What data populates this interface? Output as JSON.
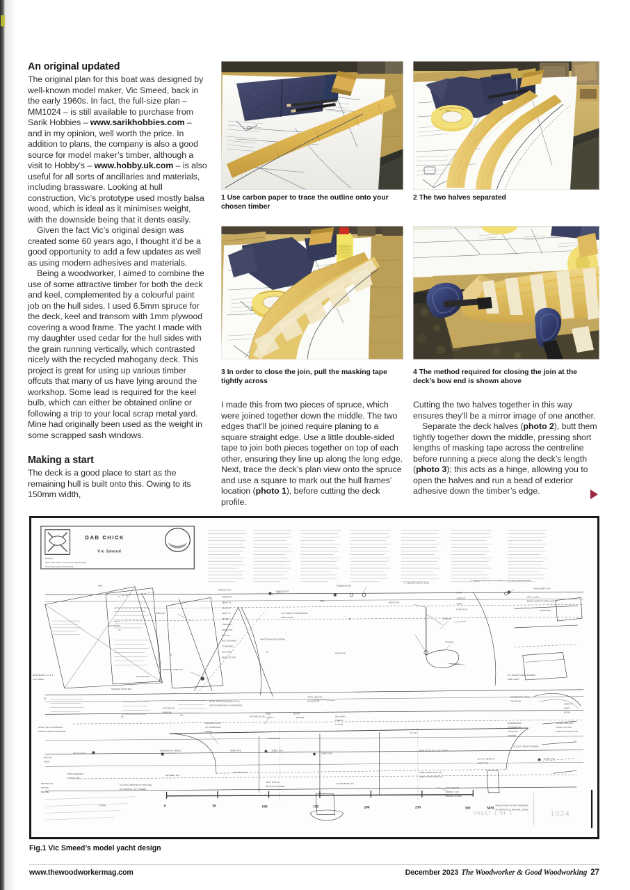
{
  "article": {
    "headings": {
      "intro": "An original updated",
      "making_a_start": "Making a start"
    },
    "column_left": {
      "p1_part1": "The original plan for this boat was designed by well-known model maker, Vic Smeed, back in the early 1960s. In fact, the full-size plan – MM1024 – is still available to purchase from Sarik Hobbies – ",
      "p1_link1": "www.sarikhobbies.com",
      "p1_part2": " – and in my opinion, well worth the price. In addition to plans, the company is also a good source for model maker’s timber, although a visit to Hobby’s – ",
      "p1_link2": "www.hobby.uk.com",
      "p1_part3": " – is also useful for all sorts of ancillaries and materials, including brassware. Looking at hull construction, Vic’s prototype used mostly balsa wood, which is ideal as it minimises weight, with the downside being that it dents easily.",
      "p2": "Given the fact Vic’s original design was created some 60 years ago, I thought it’d be a good opportunity to add a few updates as well as using modern adhesives and materials.",
      "p3": "Being a woodworker, I aimed to combine the use of some attractive timber for both the deck and keel, complemented by a colourful paint job on the hull sides. I used 6.5mm spruce for the deck, keel and transom with 1mm plywood covering a wood frame. The yacht I made with my daughter used cedar for the hull sides with the grain running vertically, which contrasted nicely with the recycled mahogany deck. This project is great for using up various timber offcuts that many of us have lying around the workshop. Some lead is required for the keel bulb, which can either be obtained online or following a trip to your local scrap metal yard. Mine had originally been used as the weight in some scrapped sash windows.",
      "p4": "The deck is a good place to start as the remaining hull is built onto this. Owing to its 150mm width,"
    },
    "column_mid": {
      "p1_part1": "I made this from two pieces of spruce, which were joined together down the middle. The two edges that’ll be joined require planing to a square straight edge. Use a little double-sided tape to join both pieces together on top of each other, ensuring they line up along the long edge. Next, trace the deck’s plan view onto the spruce and use a square to mark out the hull frames’ location (",
      "p1_bold1": "photo 1",
      "p1_part2": "), before cutting the deck profile."
    },
    "column_right": {
      "p1": "Cutting the two halves together in this way ensures they’ll be a mirror image of one another.",
      "p2_part1": "Separate the deck halves (",
      "p2_bold1": "photo 2",
      "p2_part2": "), butt them tightly together down the middle, pressing short lengths of masking tape across the centreline before running a piece along the deck’s length (",
      "p2_bold2": "photo 3",
      "p2_part3": "); this acts as a hinge, allowing you to open the halves and run a bead of exterior adhesive down the timber’s edge."
    }
  },
  "photos": [
    {
      "id": "photo-1",
      "number": "1",
      "caption": "Use carbon paper to trace the outline onto your chosen timber"
    },
    {
      "id": "photo-2",
      "number": "2",
      "caption": "The two halves separated"
    },
    {
      "id": "photo-3",
      "number": "3",
      "caption": "In order to close the join, pull the masking tape tightly across"
    },
    {
      "id": "photo-4",
      "number": "4",
      "caption": "The method required for closing the join at the deck’s bow end is shown above"
    }
  ],
  "figure": {
    "label": "Fig.1",
    "caption": "Vic Smeed’s model yacht design",
    "title_block": {
      "title": "DAB CHICK",
      "designer": "Vic Smeed",
      "credit_label": "Design by",
      "credit_line1": "Nexus Plans Service, Nexus House, Boundary Way,",
      "credit_line2": "Hemel Hempstead, Herts, HP2 7ST"
    },
    "sheet_info": "SHEET 1 OF 1",
    "plan_number": "1024",
    "sheet_stamp": "SHEET 1 OF",
    "scale_bar": {
      "unit": "MM",
      "ticks": [
        "0",
        "50",
        "100",
        "150",
        "200",
        "250",
        "300"
      ]
    },
    "annotations": [
      "TAPE",
      "(NO SHAPE)",
      "BULKHEADS 1, 2, 3, 4",
      "1/16\" SHEET",
      "NOTE: HALF BULKHEADS SHOWN, TRACE & REVERSE",
      "METHOD OF FITTING BOWSIE",
      "EYE OR HOOK",
      "STERN",
      "HOOK ENGAGES IN DECK EYE",
      "CUT HULL BOTTOM TO THIS LINE",
      "CUT APPROX. 1/8\" LONGER",
      "STEM 1/4\"",
      "FORESTAY SEWN TO HEAD OF JIB AT ‘A’ PASSES THROUGH HOIST EYE, TO TACK EYE, RETURNS TO BOWSIE, SAIL SUFF SEWN TO STAY",
      "MAINSAIL HOIST EYE",
      "OUTLINE OF MAINSAIL",
      "NOTE: THREAD BINDING AT ALL POINTS RECEIVING SCREW-EYES",
      "OUTLINE OF JIB",
      "JIB TACK EYE",
      "JIB BOOM 1/8\" DOWEL",
      "SHEET EYE",
      "JIB SHEET EYE",
      "SHROUD EYE",
      "1/4\" SCRAP TO REINFORCE KEEL FIXING",
      "MAST FROM 3/16\" DOWEL",
      "HOIST EYE",
      "BALANCE POINT OF COMPLETED MODEL",
      "GOOSENECK",
      "SHROUD EYE",
      "RUBBER BAND",
      "X – SEE BOTTOM OF PLAN",
      "SHROUD",
      "BOWSIE",
      "KNOT SHROUD OVER HOIST EYE",
      "HOOK",
      "TOTAL LENGTH OF MAST 30\"",
      "KEEL 1/8\" PLY",
      "BOOM",
      "JIB & MAIN SHEETS",
      "MAIN BOOM 1/4\" × 1/8\"",
      "SHEET SIDES WITH 1/8\" SHEET GRAIN VERTICAL",
      "SLOT IN HULL BOTTOM FOR KEEL",
      "TILLER BAND EYE",
      "LEAD WEIGHT TAPROX. 3 LB ROLLED TO SIZE",
      "X – SEE BOTTOM OF PLAN: MAINSAIL OUTLINE CONTINUATION",
      "MAIN SHEET EYE",
      "OR 1× L.W.G. BRASS WIRE TO FORM LOOPS",
      "1/4\" SCRAP TO BED RUDDER SIDE FIRMLY",
      "GOOSENECK FROM TWO EYES",
      "BIND TO MAST BOOM",
      "ALTERNATIVE COMMERCIAL COUPLING RUDDER",
      "SCREW TWO CUP-HOOK, CUT OFF HOOK TO LEAVE STUB",
      "18 S.W.G. BRASS RUDDER",
      "CUT 1/4\" DECK TO SHEET EYE",
      "TRACE FROM X-X AND TRANSFER TO OBTAIN FULL MAINSAIL SHAPE",
      "(TRANSOM)",
      "B1",
      "B2",
      "B3",
      "B4"
    ]
  },
  "footer": {
    "website": "www.thewoodworkermag.com",
    "date": "December 2023",
    "magazine": "The Woodworker & Good Woodworking",
    "page_number": "27"
  },
  "colors": {
    "text": "#231f20",
    "accent_arrow": "#9c2743",
    "figure_border": "#1a1a1a",
    "rule": "#cfcfcf"
  }
}
